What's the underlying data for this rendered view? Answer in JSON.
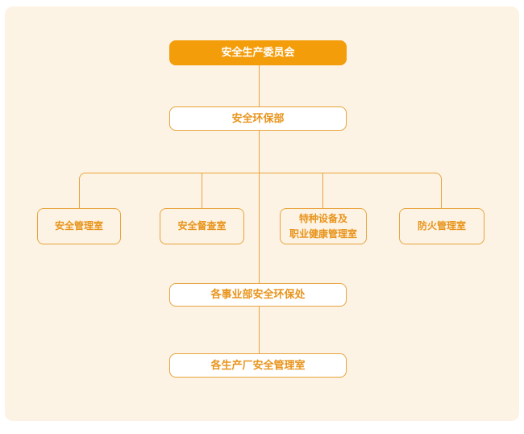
{
  "colors": {
    "page_bg": "#FFFFFF",
    "panel_bg": "#FDF3E4",
    "node_fill_orange": "#F49D0B",
    "node_fill_white": "#FFFFFF",
    "border_orange": "#E8A33C",
    "text_orange": "#E8941C",
    "text_white": "#FFFFFF"
  },
  "diagram": {
    "type": "org-chart",
    "root": {
      "label": "安全生产委员会"
    },
    "dept": {
      "label": "安全环保部"
    },
    "offices": [
      {
        "label": "安全管理室"
      },
      {
        "label": "安全督查室"
      },
      {
        "lines": [
          "特种设备及",
          "职业健康管理室"
        ]
      },
      {
        "label": "防火管理室"
      }
    ],
    "division": {
      "label": "各事业部安全环保处"
    },
    "plant": {
      "label": "各生产厂安全管理室"
    }
  }
}
